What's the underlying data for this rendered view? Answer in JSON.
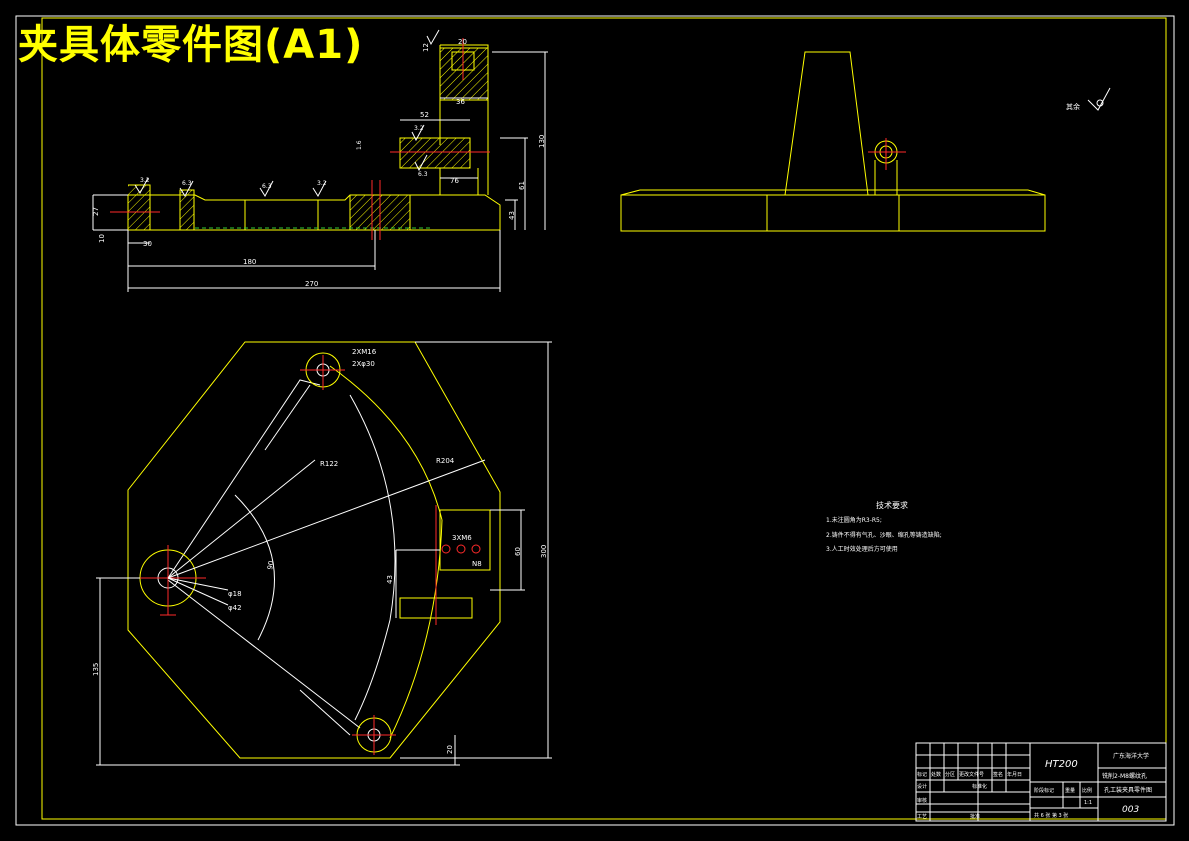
{
  "title": "夹具体零件图(A1)",
  "colors": {
    "background": "#000000",
    "outline": "#ffff00",
    "dimension": "#ffffff",
    "centerline": "#ff2a2a",
    "hidden": "#33cc33"
  },
  "roughness_note": "其余",
  "front_view": {
    "dims": {
      "d20": "20",
      "d36": "36",
      "d12": "12",
      "d52": "52",
      "d130": "130",
      "d61": "61",
      "d76": "76",
      "d43": "43",
      "d27": "27",
      "d30": "30",
      "d180": "180",
      "d270": "270",
      "d10": "10"
    },
    "roughness": [
      "3.2",
      "6.3",
      "6.3",
      "3.2",
      "1.6",
      "3.2",
      "6.3"
    ]
  },
  "plan_view": {
    "labels": {
      "m16": "2XM16",
      "phi30": "2Xφ30",
      "r122": "R122",
      "r204": "R204",
      "d90": "90",
      "phi18": "φ18",
      "phi42": "φ42",
      "m6": "3XM6",
      "n8": "N8",
      "d60": "60",
      "d43": "43",
      "d300": "300",
      "d135": "135",
      "d20": "20"
    }
  },
  "tech": {
    "title": "技术要求",
    "items": [
      "1.未注圆角为R3-R5;",
      "2.铸件不得有气孔、沙眼、缩孔等铸造缺陷;",
      "3.人工时效处理后方可使用"
    ]
  },
  "title_block": {
    "material": "HT200",
    "school": "广东海洋大学",
    "name_line1": "铣削2-M8螺纹孔",
    "name_line2": "孔工装夹具零件图",
    "drawing_no": "003",
    "headers": [
      "标记",
      "处数",
      "分区",
      "更改文件号",
      "签名",
      "年月日"
    ],
    "row_design": "设计",
    "row_standard": "标准化",
    "row_review": "审核",
    "row_process": "工艺",
    "row_approve": "批准",
    "stage": "阶段标记",
    "weight": "重量",
    "scale": "比例",
    "scale_value": "1:1",
    "sheets": "共 6 张 第 3 张"
  }
}
